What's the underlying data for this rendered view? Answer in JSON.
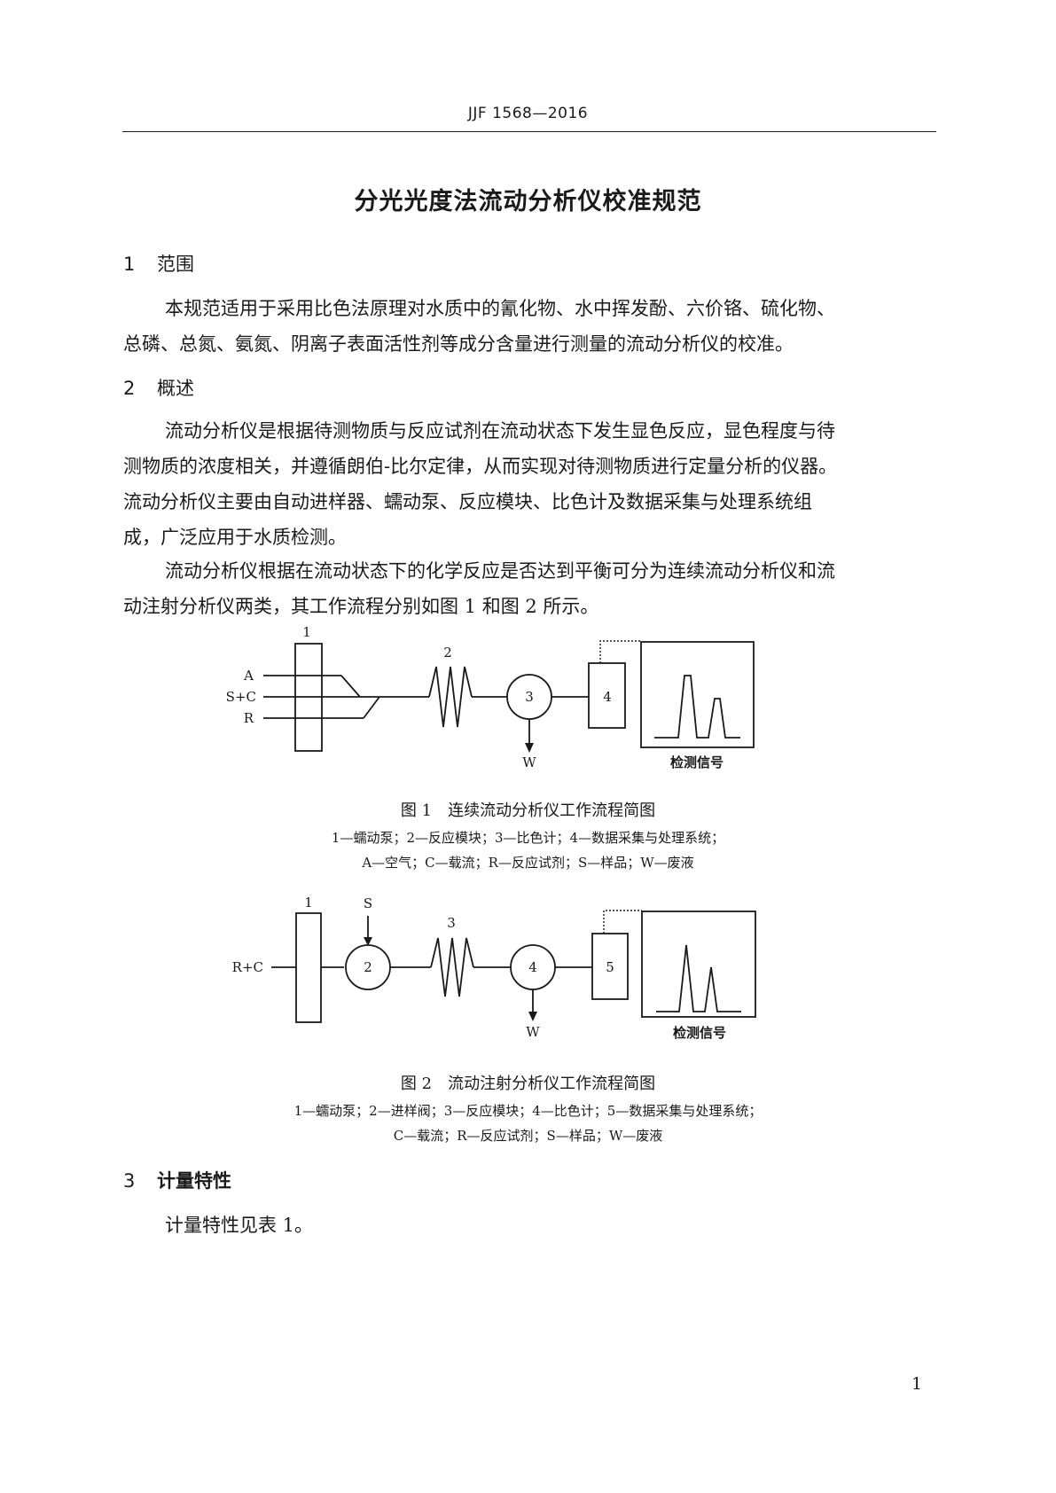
{
  "header": {
    "code": "JJF 1568—2016"
  },
  "title": "分光光度法流动分析仪校准规范",
  "sections": [
    {
      "num": "1",
      "title": "范围",
      "paragraphs": [
        [
          "本规范适用于采用比色法原理对水质中的氰化物、水中挥发酚、六价铬、硫化物、",
          "总磷、总氮、氨氮、阴离子表面活性剂等成分含量进行测量的流动分析仪的校准。"
        ]
      ]
    },
    {
      "num": "2",
      "title": "概述",
      "paragraphs": [
        [
          "流动分析仪是根据待测物质与反应试剂在流动状态下发生显色反应，显色程度与待",
          "测物质的浓度相关，并遵循朗伯-比尔定律，从而实现对待测物质进行定量分析的仪器。",
          "流动分析仪主要由自动进样器、蠕动泵、反应模块、比色计及数据采集与处理系统组",
          "成，广泛应用于水质检测。"
        ],
        [
          "流动分析仪根据在流动状态下的化学反应是否达到平衡可分为连续流动分析仪和流",
          "动注射分析仪两类，其工作流程分别如图 1 和图 2 所示。"
        ]
      ]
    },
    {
      "num": "3",
      "title": "计量特性",
      "paragraphs": [
        [
          "计量特性见表 1。"
        ]
      ]
    }
  ],
  "figure1": {
    "labels": {
      "pump": "1",
      "coil": "2",
      "colorimeter": "3",
      "processor": "4",
      "inA": "A",
      "inSC": "S+C",
      "inR": "R",
      "waste": "W",
      "signal": "检测信号"
    },
    "caption": "图 1　连续流动分析仪工作流程简图",
    "notes": [
      "1—蠕动泵；2—反应模块；3—比色计；4—数据采集与处理系统；",
      "A—空气；C—载流；R—反应试剂；S—样品；W—废液"
    ]
  },
  "figure2": {
    "labels": {
      "pump": "1",
      "sample": "S",
      "valve": "2",
      "coil": "3",
      "colorimeter": "4",
      "processor": "5",
      "inRC": "R+C",
      "waste": "W",
      "signal": "检测信号"
    },
    "caption": "图 2　流动注射分析仪工作流程简图",
    "notes": [
      "1—蠕动泵；2—进样阀；3—反应模块；4—比色计；5—数据采集与处理系统；",
      "C—载流；R—反应试剂；S—样品；W—废液"
    ]
  },
  "page_number": "1"
}
